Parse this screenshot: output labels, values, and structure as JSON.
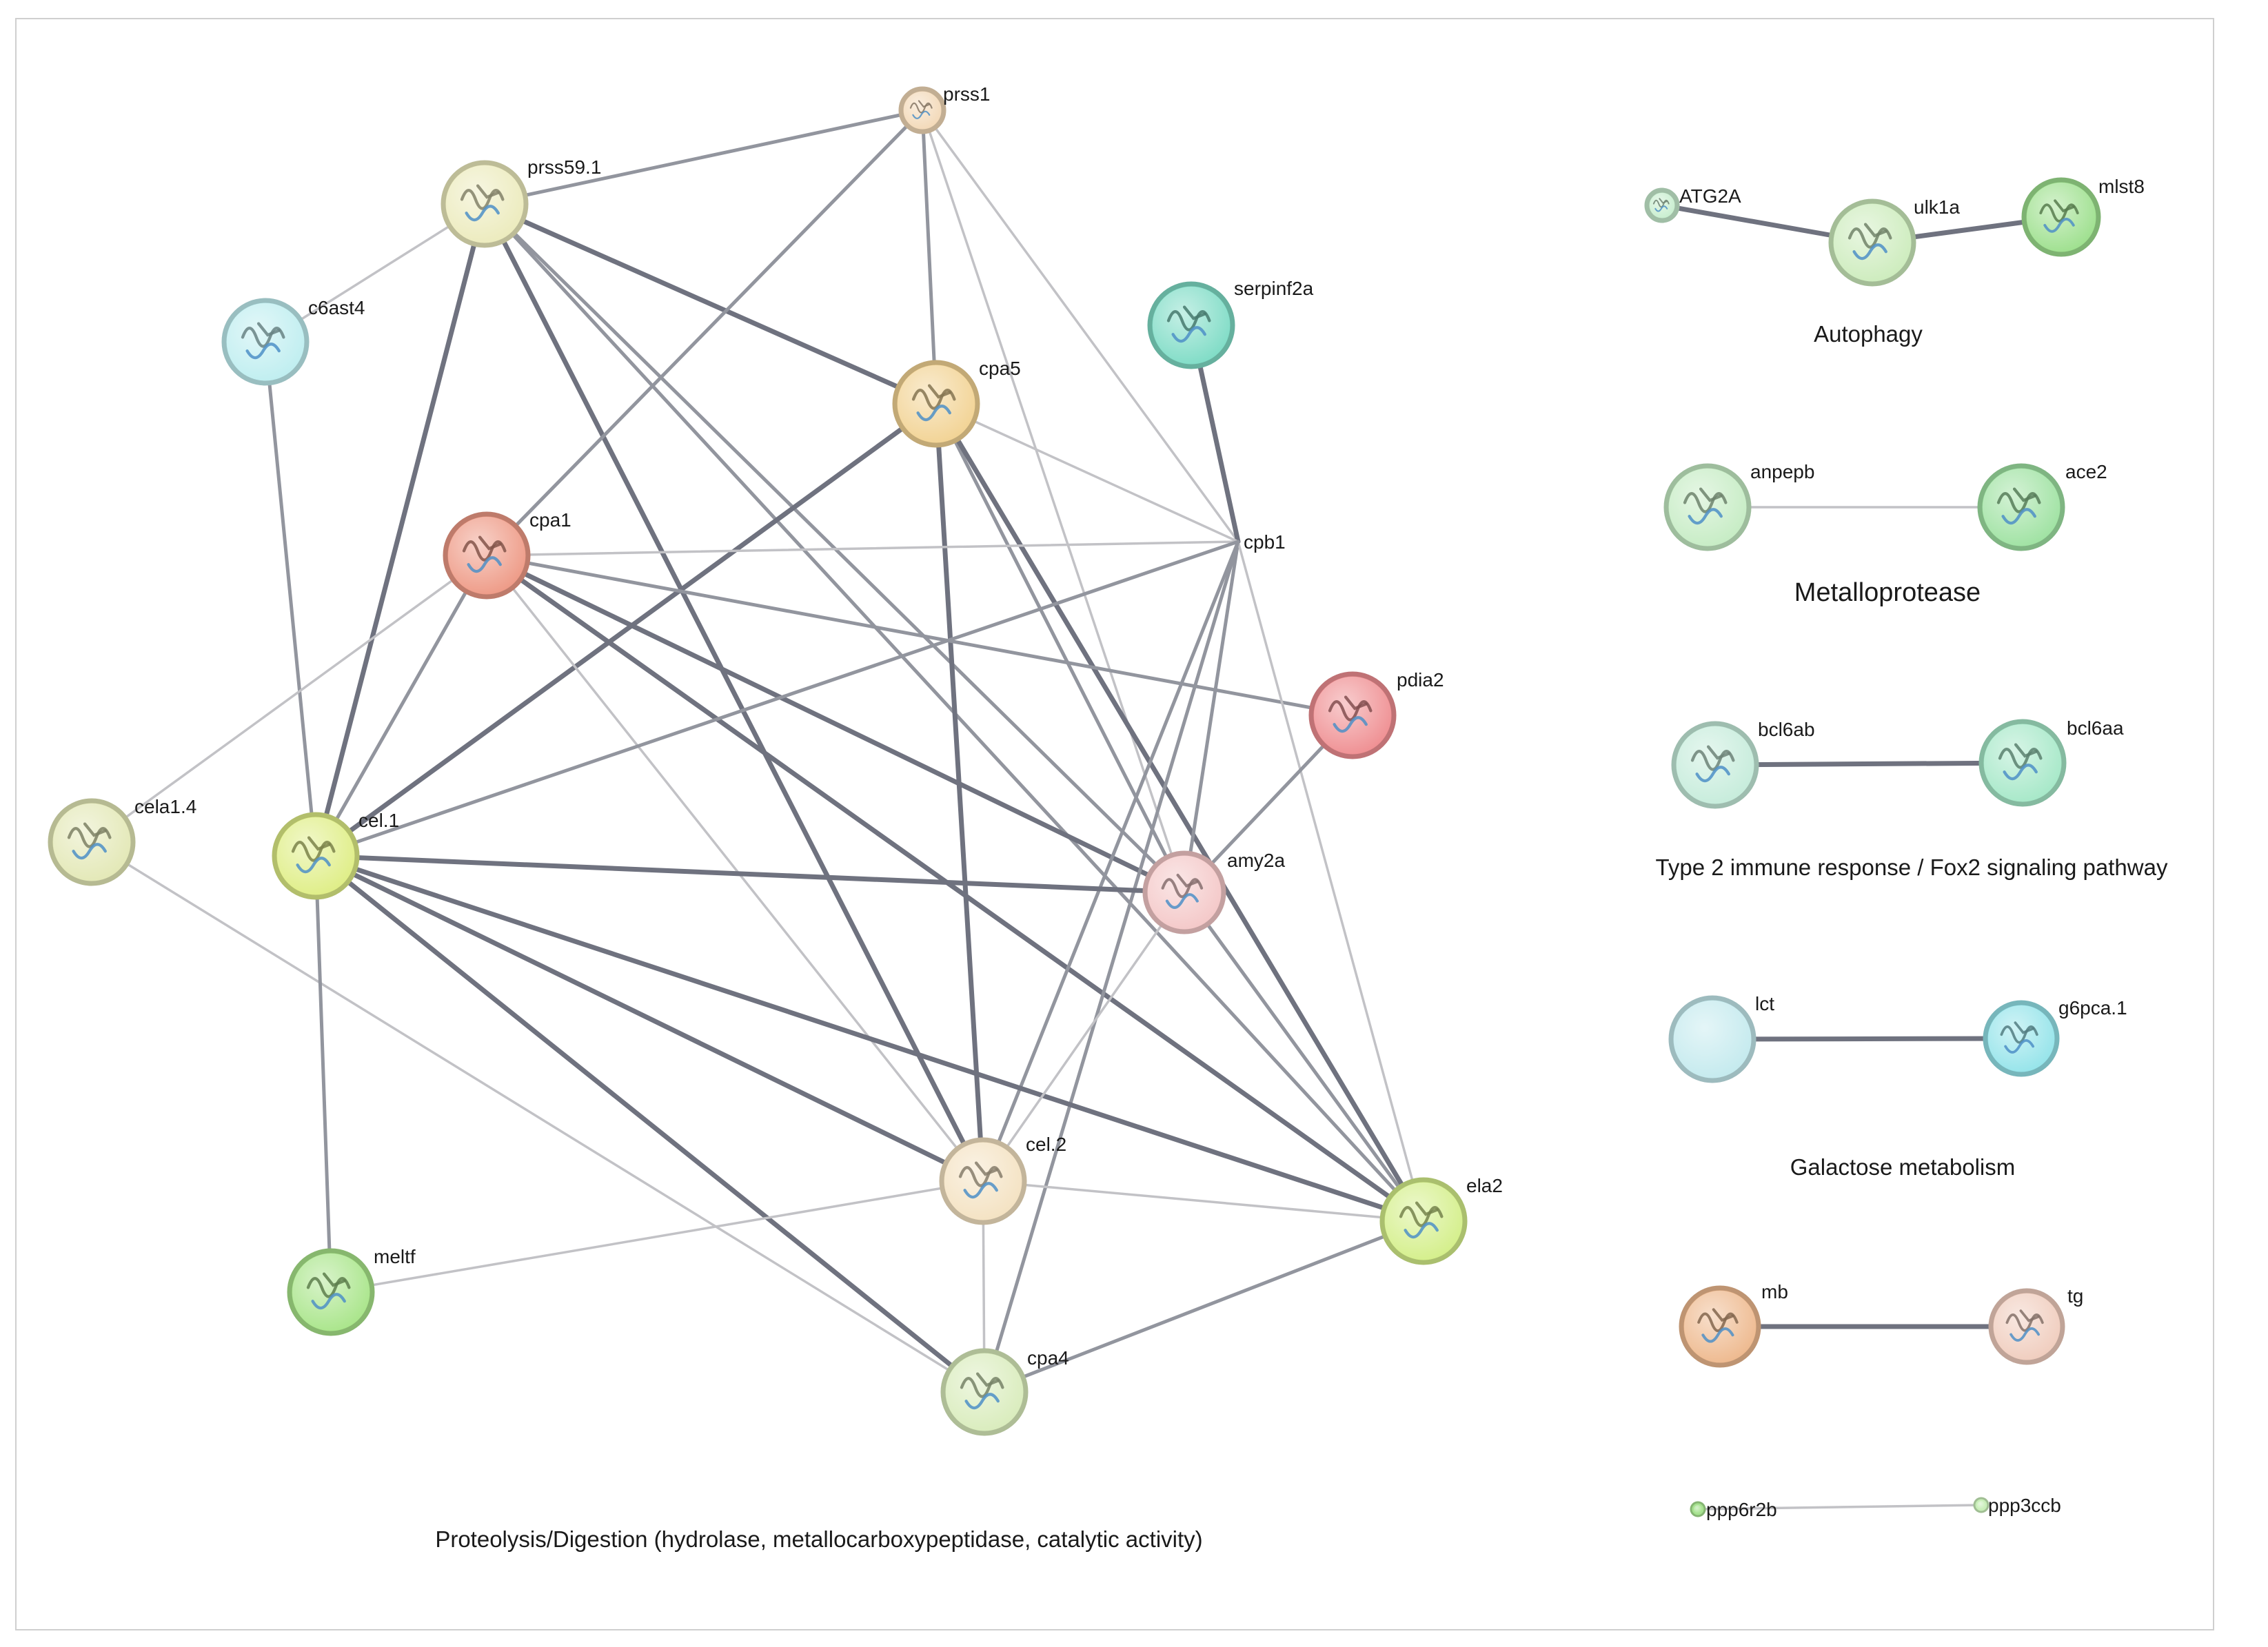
{
  "nodes": [
    {
      "id": "prss1",
      "label": "prss1",
      "color": "#f3d9b8",
      "icon": "protein-structure-icon"
    },
    {
      "id": "prss59.1",
      "label": "prss59.1",
      "color": "#ecebbd",
      "icon": "protein-structure-icon"
    },
    {
      "id": "c6ast4",
      "label": "c6ast4",
      "color": "#bfeef0",
      "icon": "protein-structure-icon"
    },
    {
      "id": "serpinf2a",
      "label": "serpinf2a",
      "color": "#7fdcc6",
      "icon": "protein-structure-icon"
    },
    {
      "id": "cpa5",
      "label": "cpa5",
      "color": "#f2d394",
      "icon": "protein-structure-icon"
    },
    {
      "id": "cpa1",
      "label": "cpa1",
      "color": "#ee9a86",
      "icon": "protein-structure-icon"
    },
    {
      "id": "cpb1",
      "label": "cpb1",
      "color": "#ffffff",
      "icon": ""
    },
    {
      "id": "pdia2",
      "label": "pdia2",
      "color": "#ef8f92",
      "icon": "protein-structure-icon"
    },
    {
      "id": "cela1.4",
      "label": "cela1.4",
      "color": "#e3e8b6",
      "icon": "protein-structure-icon"
    },
    {
      "id": "cel.1",
      "label": "cel.1",
      "color": "#dfee86",
      "icon": "protein-structure-icon"
    },
    {
      "id": "amy2a",
      "label": "amy2a",
      "color": "#f4c8c8",
      "icon": "protein-structure-icon"
    },
    {
      "id": "cel.2",
      "label": "cel.2",
      "color": "#f4e2c2",
      "icon": "protein-structure-icon"
    },
    {
      "id": "ela2",
      "label": "ela2",
      "color": "#d4ef8a",
      "icon": "protein-structure-icon"
    },
    {
      "id": "meltf",
      "label": "meltf",
      "color": "#a9e58a",
      "icon": "protein-structure-icon"
    },
    {
      "id": "cpa4",
      "label": "cpa4",
      "color": "#d9ecbc",
      "icon": "protein-structure-icon"
    },
    {
      "id": "ATG2A",
      "label": "ATG2A",
      "color": "#c8eecf",
      "icon": "protein-structure-icon"
    },
    {
      "id": "ulk1a",
      "label": "ulk1a",
      "color": "#cdecbd",
      "icon": "protein-structure-icon"
    },
    {
      "id": "mlst8",
      "label": "mlst8",
      "color": "#9ee08e",
      "icon": "protein-structure-icon"
    },
    {
      "id": "anpepb",
      "label": "anpepb",
      "color": "#c6ecc4",
      "icon": "protein-structure-icon"
    },
    {
      "id": "ace2",
      "label": "ace2",
      "color": "#9fe2a2",
      "icon": "protein-structure-icon"
    },
    {
      "id": "bcl6ab",
      "label": "bcl6ab",
      "color": "#c6ecdb",
      "icon": "protein-structure-icon"
    },
    {
      "id": "bcl6aa",
      "label": "bcl6aa",
      "color": "#a6e8c8",
      "icon": "protein-structure-icon"
    },
    {
      "id": "lct",
      "label": "lct",
      "color": "#c4eaee",
      "icon": ""
    },
    {
      "id": "g6pca.1",
      "label": "g6pca.1",
      "color": "#95e4ea",
      "icon": "protein-structure-icon"
    },
    {
      "id": "mb",
      "label": "mb",
      "color": "#eeb98e",
      "icon": "protein-structure-icon"
    },
    {
      "id": "tg",
      "label": "tg",
      "color": "#f0cdbe",
      "icon": "protein-structure-icon"
    },
    {
      "id": "ppp6r2b",
      "label": "ppp6r2b",
      "color": "#a6e28f",
      "icon": "protein-structure-icon"
    },
    {
      "id": "ppp3ccb",
      "label": "ppp3ccb",
      "color": "#c8eeb8",
      "icon": "protein-structure-icon"
    }
  ],
  "edges": [
    {
      "source": "prss59.1",
      "target": "prss1",
      "strength": "medium"
    },
    {
      "source": "prss59.1",
      "target": "c6ast4",
      "strength": "weak"
    },
    {
      "source": "prss59.1",
      "target": "cpa5",
      "strength": "strong"
    },
    {
      "source": "prss59.1",
      "target": "cel.1",
      "strength": "strong"
    },
    {
      "source": "prss59.1",
      "target": "cel.2",
      "strength": "strong"
    },
    {
      "source": "prss59.1",
      "target": "amy2a",
      "strength": "medium"
    },
    {
      "source": "prss59.1",
      "target": "ela2",
      "strength": "medium"
    },
    {
      "source": "prss1",
      "target": "cpa5",
      "strength": "medium"
    },
    {
      "source": "prss1",
      "target": "cpa1",
      "strength": "medium"
    },
    {
      "source": "prss1",
      "target": "amy2a",
      "strength": "weak"
    },
    {
      "source": "prss1",
      "target": "cpb1",
      "strength": "weak"
    },
    {
      "source": "c6ast4",
      "target": "cel.1",
      "strength": "medium"
    },
    {
      "source": "serpinf2a",
      "target": "cpb1",
      "strength": "strong"
    },
    {
      "source": "cpa5",
      "target": "cpb1",
      "strength": "weak"
    },
    {
      "source": "cpa5",
      "target": "cel.1",
      "strength": "strong"
    },
    {
      "source": "cpa5",
      "target": "cel.2",
      "strength": "strong"
    },
    {
      "source": "cpa5",
      "target": "amy2a",
      "strength": "medium"
    },
    {
      "source": "cpa5",
      "target": "ela2",
      "strength": "strong"
    },
    {
      "source": "cpa1",
      "target": "cpb1",
      "strength": "weak"
    },
    {
      "source": "cpa1",
      "target": "pdia2",
      "strength": "medium"
    },
    {
      "source": "cpa1",
      "target": "amy2a",
      "strength": "strong"
    },
    {
      "source": "cpa1",
      "target": "cel.1",
      "strength": "medium"
    },
    {
      "source": "cpa1",
      "target": "cela1.4",
      "strength": "weak"
    },
    {
      "source": "cpa1",
      "target": "ela2",
      "strength": "strong"
    },
    {
      "source": "cpa1",
      "target": "cel.2",
      "strength": "weak"
    },
    {
      "source": "cpb1",
      "target": "cel.1",
      "strength": "medium"
    },
    {
      "source": "cpb1",
      "target": "cel.2",
      "strength": "medium"
    },
    {
      "source": "cpb1",
      "target": "amy2a",
      "strength": "medium"
    },
    {
      "source": "cpb1",
      "target": "ela2",
      "strength": "weak"
    },
    {
      "source": "cpb1",
      "target": "cpa4",
      "strength": "medium"
    },
    {
      "source": "pdia2",
      "target": "amy2a",
      "strength": "medium"
    },
    {
      "source": "cela1.4",
      "target": "cpa4",
      "strength": "weak"
    },
    {
      "source": "cel.1",
      "target": "amy2a",
      "strength": "strong"
    },
    {
      "source": "cel.1",
      "target": "cel.2",
      "strength": "strong"
    },
    {
      "source": "cel.1",
      "target": "cpa4",
      "strength": "strong"
    },
    {
      "source": "cel.1",
      "target": "ela2",
      "strength": "strong"
    },
    {
      "source": "cel.1",
      "target": "meltf",
      "strength": "medium"
    },
    {
      "source": "amy2a",
      "target": "cel.2",
      "strength": "weak"
    },
    {
      "source": "amy2a",
      "target": "ela2",
      "strength": "medium"
    },
    {
      "source": "cel.2",
      "target": "ela2",
      "strength": "weak"
    },
    {
      "source": "cel.2",
      "target": "meltf",
      "strength": "weak"
    },
    {
      "source": "cel.2",
      "target": "cpa4",
      "strength": "weak"
    },
    {
      "source": "ela2",
      "target": "cpa4",
      "strength": "medium"
    },
    {
      "source": "ATG2A",
      "target": "ulk1a",
      "strength": "strong"
    },
    {
      "source": "ulk1a",
      "target": "mlst8",
      "strength": "strong"
    },
    {
      "source": "anpepb",
      "target": "ace2",
      "strength": "weak"
    },
    {
      "source": "bcl6ab",
      "target": "bcl6aa",
      "strength": "strong"
    },
    {
      "source": "lct",
      "target": "g6pca.1",
      "strength": "strong"
    },
    {
      "source": "mb",
      "target": "tg",
      "strength": "strong"
    },
    {
      "source": "ppp6r2b",
      "target": "ppp3ccb",
      "strength": "weak"
    }
  ],
  "edge_styles": {
    "strong": {
      "color": "#6f727f"
    },
    "medium": {
      "color": "#92959e"
    },
    "weak": {
      "color": "#c2c2c6"
    }
  },
  "clusters": [
    {
      "id": "proteolysis",
      "label": "Proteolysis/Digestion (hydrolase, metallocarboxypeptidase, catalytic activity)"
    },
    {
      "id": "autophagy",
      "label": "Autophagy"
    },
    {
      "id": "metalloprotease",
      "label": "Metalloprotease"
    },
    {
      "id": "type2",
      "label": "Type 2 immune response / Fox2 signaling pathway"
    },
    {
      "id": "galactose",
      "label": "Galactose metabolism"
    }
  ]
}
